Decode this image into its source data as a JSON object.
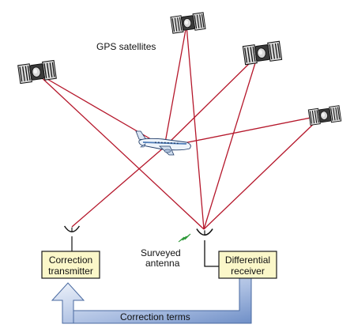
{
  "labels": {
    "gps_satellites": "GPS satellites",
    "surveyed_line1": "Surveyed",
    "surveyed_line2": "antenna",
    "correction_transmitter_line1": "Correction",
    "correction_transmitter_line2": "transmitter",
    "differential_receiver_line1": "Differential",
    "differential_receiver_line2": "receiver",
    "correction_terms": "Correction terms"
  },
  "colors": {
    "signal_line": "#b5172b",
    "box_fill": "#fbf7c9",
    "box_border": "#1a1a1a",
    "arrow_fill_light": "#e6eef9",
    "arrow_fill_dark": "#7f9ccd",
    "arrow_border": "#4a6aa0",
    "radio_wave": "#2f9a3a",
    "aircraft_body": "#eef4fb",
    "aircraft_accent": "#4d7bb7"
  },
  "icons": {
    "satellite": "satellite-icon",
    "aircraft": "aircraft-icon",
    "antenna": "dish-antenna-icon",
    "radio_link": "radio-wave-icon"
  }
}
